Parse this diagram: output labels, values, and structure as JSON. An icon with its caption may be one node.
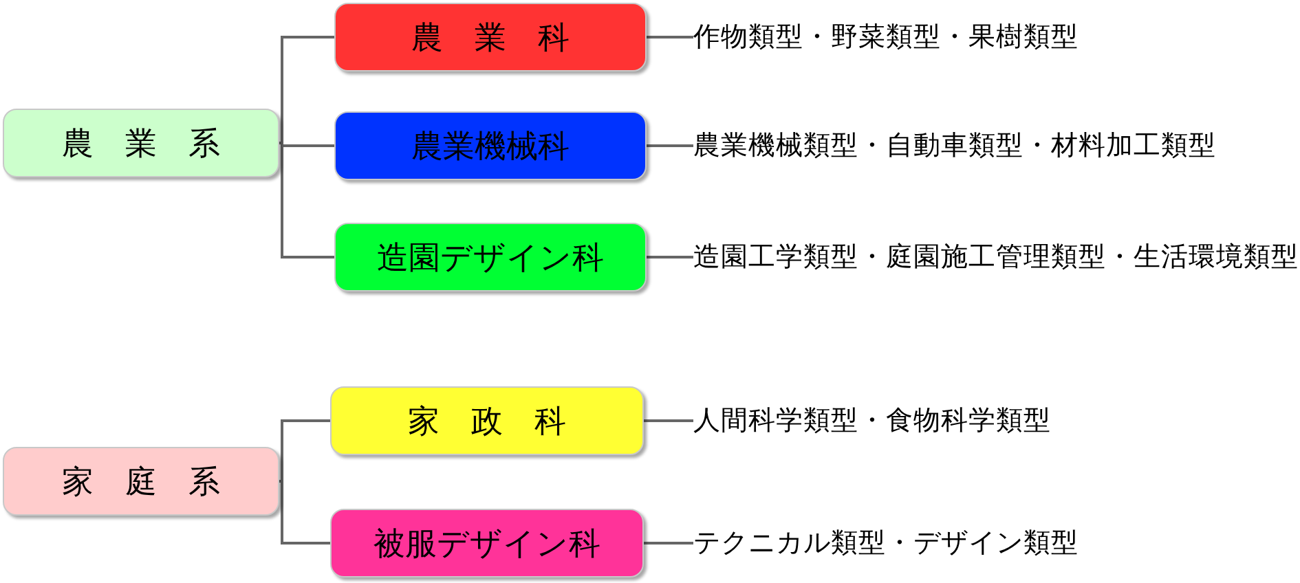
{
  "diagram": {
    "nodes": [
      {
        "text": [
          "農　業　系"
        ]
      },
      {
        "text": [
          "農　業　科"
        ]
      },
      {
        "text": [
          "農業機械科"
        ]
      },
      {
        "text": [
          "造園デザイン科"
        ]
      },
      {
        "text": [
          "家　庭　系"
        ]
      },
      {
        "text": [
          "家　政　科"
        ]
      },
      {
        "text": [
          "被服デザイン科"
        ]
      },
      {
        "text": [
          "作物類型・野菜類型・果樹類型"
        ]
      },
      {
        "text": [
          "農業機械類型・自動車類型・材料加工類型"
        ]
      },
      {
        "text": [
          "造園工学類型・庭園施工管理類型・生活環境類型"
        ]
      },
      {
        "text": [
          "人間科学類型・食物科学類型"
        ]
      },
      {
        "text": [
          "テクニカル類型・デザイン類型"
        ]
      }
    ],
    "edges": [
      {
        "from": 0,
        "to": 1,
        "arrow": "none"
      },
      {
        "from": 0,
        "to": 2,
        "arrow": "none"
      },
      {
        "from": 0,
        "to": 3,
        "arrow": "none"
      },
      {
        "from": 4,
        "to": 5,
        "arrow": "none"
      },
      {
        "from": 4,
        "to": 6,
        "arrow": "none"
      },
      {
        "from": 1,
        "to": 7,
        "arrow": "none"
      },
      {
        "from": 2,
        "to": 8,
        "arrow": "none"
      },
      {
        "from": 3,
        "to": 9,
        "arrow": "none"
      },
      {
        "from": 5,
        "to": 10,
        "arrow": "none"
      },
      {
        "from": 6,
        "to": 11,
        "arrow": "none"
      }
    ]
  }
}
